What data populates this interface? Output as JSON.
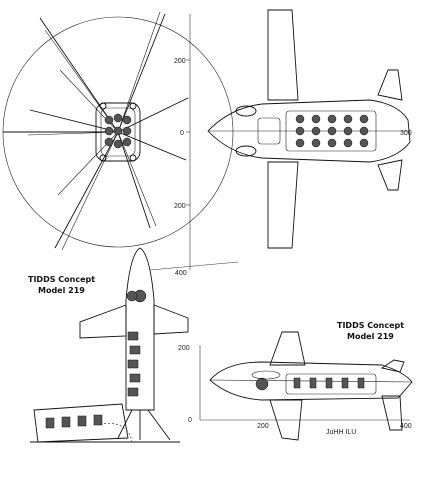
{
  "captions": {
    "left_title_line1": "TIDDS Concept",
    "left_title_line2": "Model 219",
    "right_title_line1": "TIDDS Concept",
    "right_title_line2": "Model 219"
  },
  "ticks": {
    "top_200_upper": "200",
    "top_0": "0",
    "top_200_lower": "200",
    "top_400": "400",
    "nose_300": "300",
    "side_200_vert": "200",
    "side_0": "0",
    "side_200_horiz": "200",
    "side_400": "400"
  },
  "units_note": "JuHH ILU"
}
